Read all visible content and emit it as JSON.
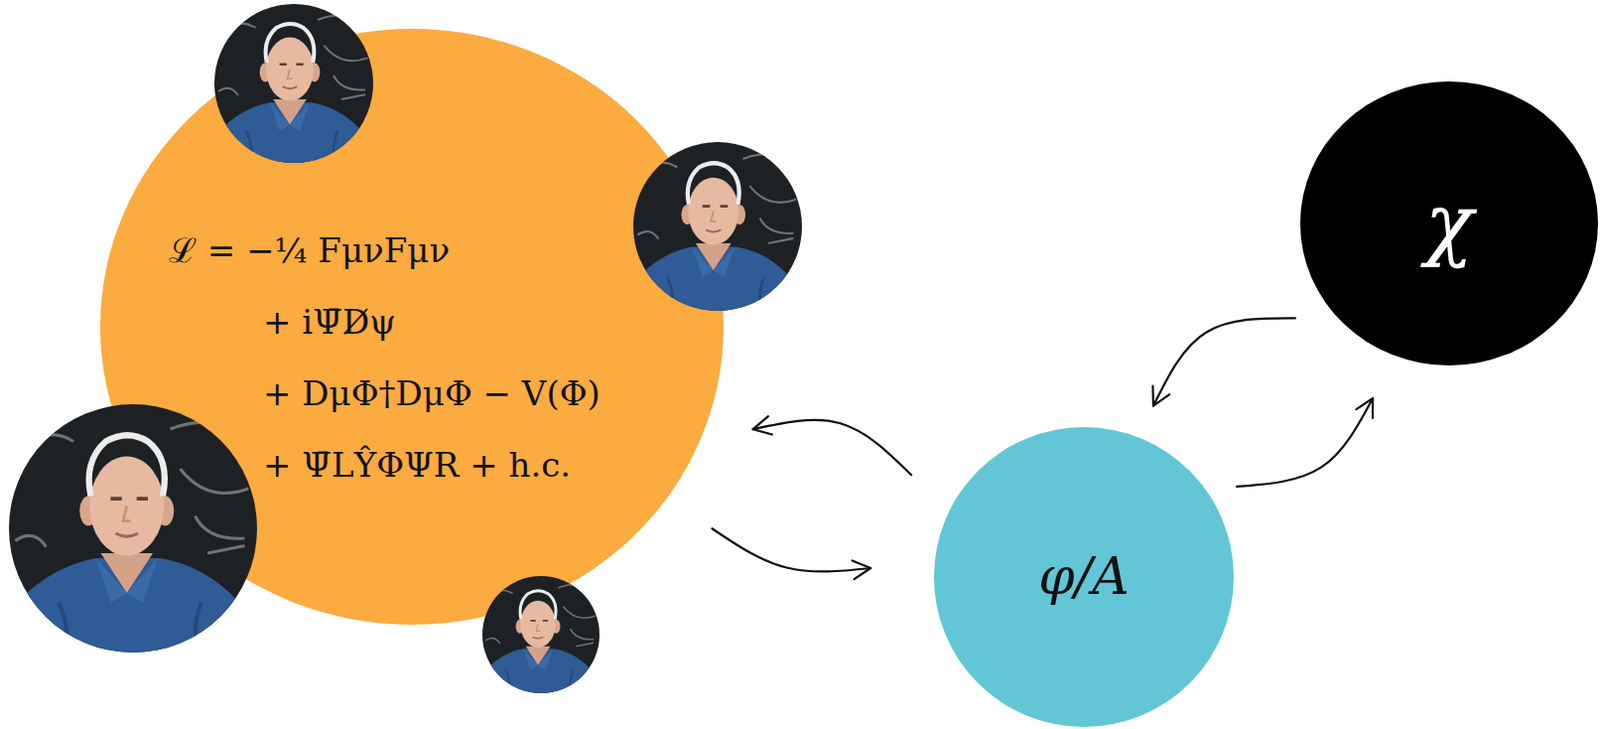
{
  "diagram": {
    "nodes": [
      {
        "text": [
          "ℒ = −¼ FμνFμν",
          "+ iΨ̄D̸ψ",
          "+ DμΦ†DμΦ − V(Φ)",
          "+ Ψ̄LŶΦΨR + h.c."
        ]
      },
      {
        "text": [
          "φ/A"
        ]
      },
      {
        "text": [
          "χ"
        ]
      }
    ],
    "edges": [
      {
        "from": 0,
        "to": 1,
        "arrow": "to"
      },
      {
        "from": 1,
        "to": 0,
        "arrow": "to"
      },
      {
        "from": 2,
        "to": 1,
        "arrow": "to"
      },
      {
        "from": 1,
        "to": 2,
        "arrow": "to"
      }
    ]
  }
}
